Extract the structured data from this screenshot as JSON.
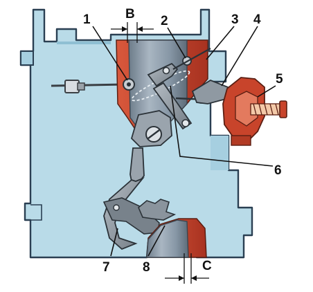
{
  "callouts": {
    "one": "1",
    "two": "2",
    "three": "3",
    "four": "4",
    "five": "5",
    "six": "6",
    "seven": "7",
    "eight": "8",
    "gap_b": "B",
    "gap_c": "C"
  },
  "colors": {
    "body": "#b9dbe8",
    "body_outline": "#2a3f52",
    "body_shade": "#8fbfd3",
    "throttle_red": "#c8442b",
    "metal_gray": "#8c959d",
    "metal_dark": "#5b646c",
    "leader": "#111111"
  }
}
